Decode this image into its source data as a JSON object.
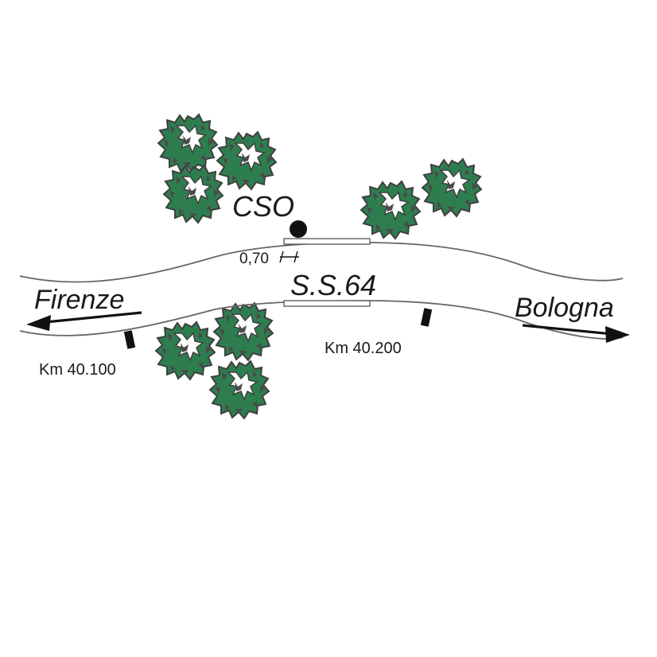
{
  "station": {
    "label": "CSO"
  },
  "road": {
    "name": "S.S.64"
  },
  "distance": {
    "label": "0,70"
  },
  "directions": {
    "west": "Firenze",
    "east": "Bologna"
  },
  "markers": {
    "km_west": "Km 40.100",
    "km_east": "Km 40.200"
  },
  "colors": {
    "tree_fill": "#2e7d4f",
    "tree_dark": "#4a4a4a",
    "road_line": "#666666",
    "ink": "#111111"
  },
  "trees": [
    {
      "icon": "tree-icon"
    },
    {
      "icon": "tree-icon"
    },
    {
      "icon": "tree-icon"
    },
    {
      "icon": "tree-icon"
    },
    {
      "icon": "tree-icon"
    },
    {
      "icon": "tree-icon"
    },
    {
      "icon": "tree-icon"
    },
    {
      "icon": "tree-icon"
    }
  ]
}
